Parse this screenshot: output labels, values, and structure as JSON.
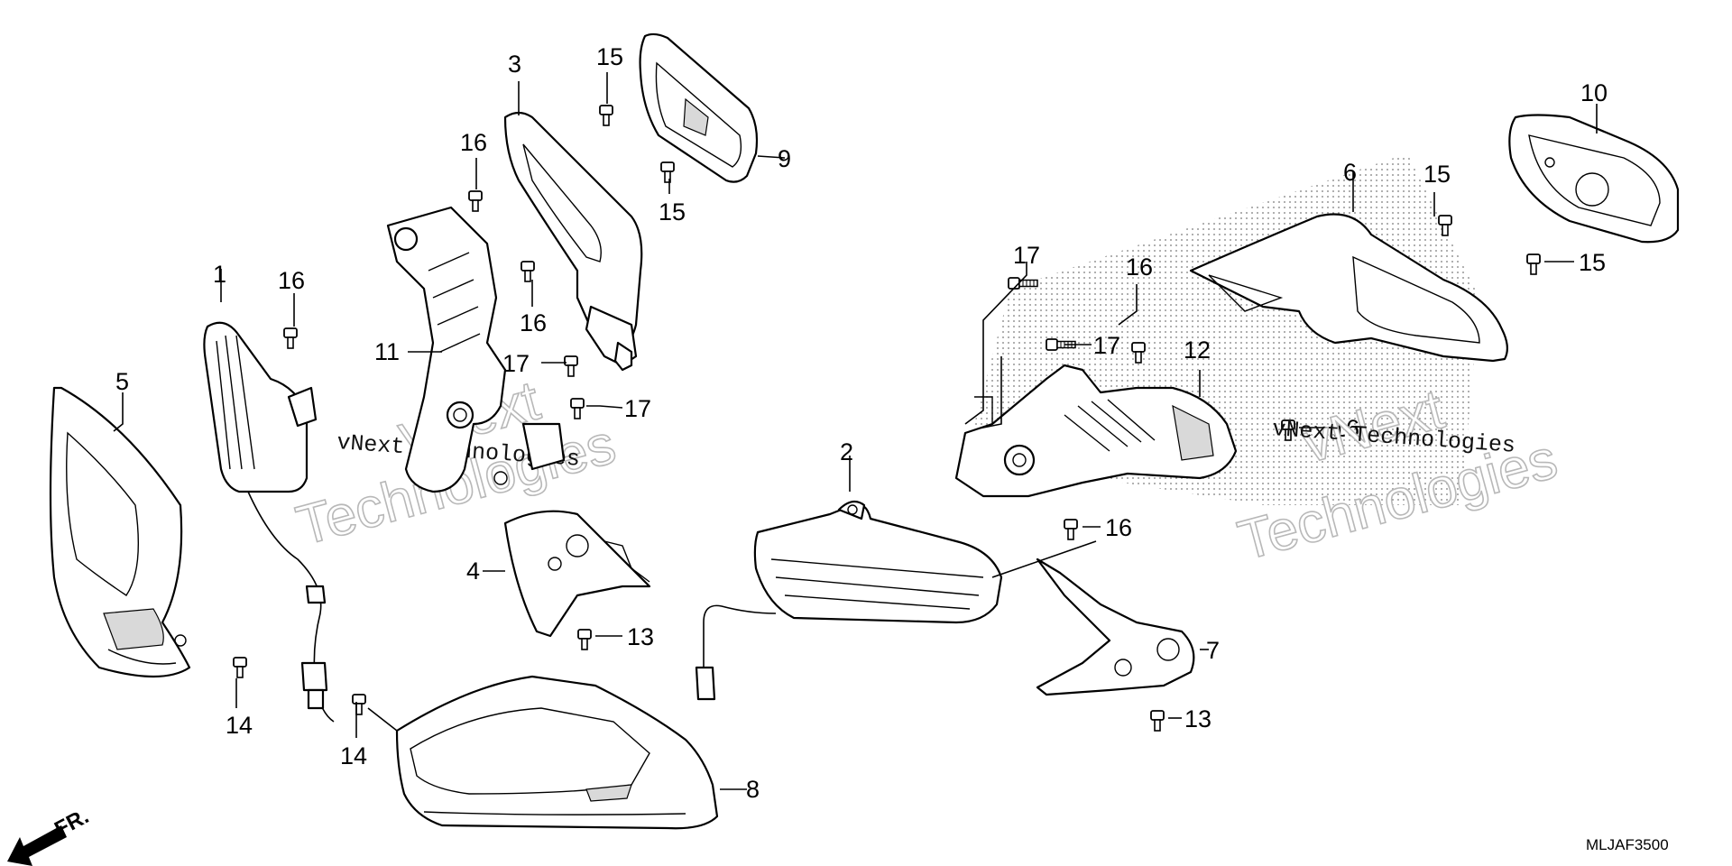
{
  "diagram": {
    "code": "MLJAF3500",
    "front_label": "FR.",
    "watermark": {
      "line1": "vNext",
      "line2": "Technologies",
      "small": "vNext Technologies"
    },
    "callouts": {
      "c1": "1",
      "c2": "2",
      "c3": "3",
      "c4": "4",
      "c5": "5",
      "c6": "6",
      "c7": "7",
      "c8": "8",
      "c9": "9",
      "c10": "10",
      "c11": "11",
      "c12": "12",
      "c13a": "13",
      "c13b": "13",
      "c14a": "14",
      "c14b": "14",
      "c15a": "15",
      "c15b": "15",
      "c15c": "15",
      "c15d": "15",
      "c16a": "16",
      "c16b": "16",
      "c16c": "16",
      "c16d": "16",
      "c16e": "16",
      "c16f": "16",
      "c17a": "17",
      "c17b": "17",
      "c17c": "17",
      "c17d": "17"
    }
  }
}
